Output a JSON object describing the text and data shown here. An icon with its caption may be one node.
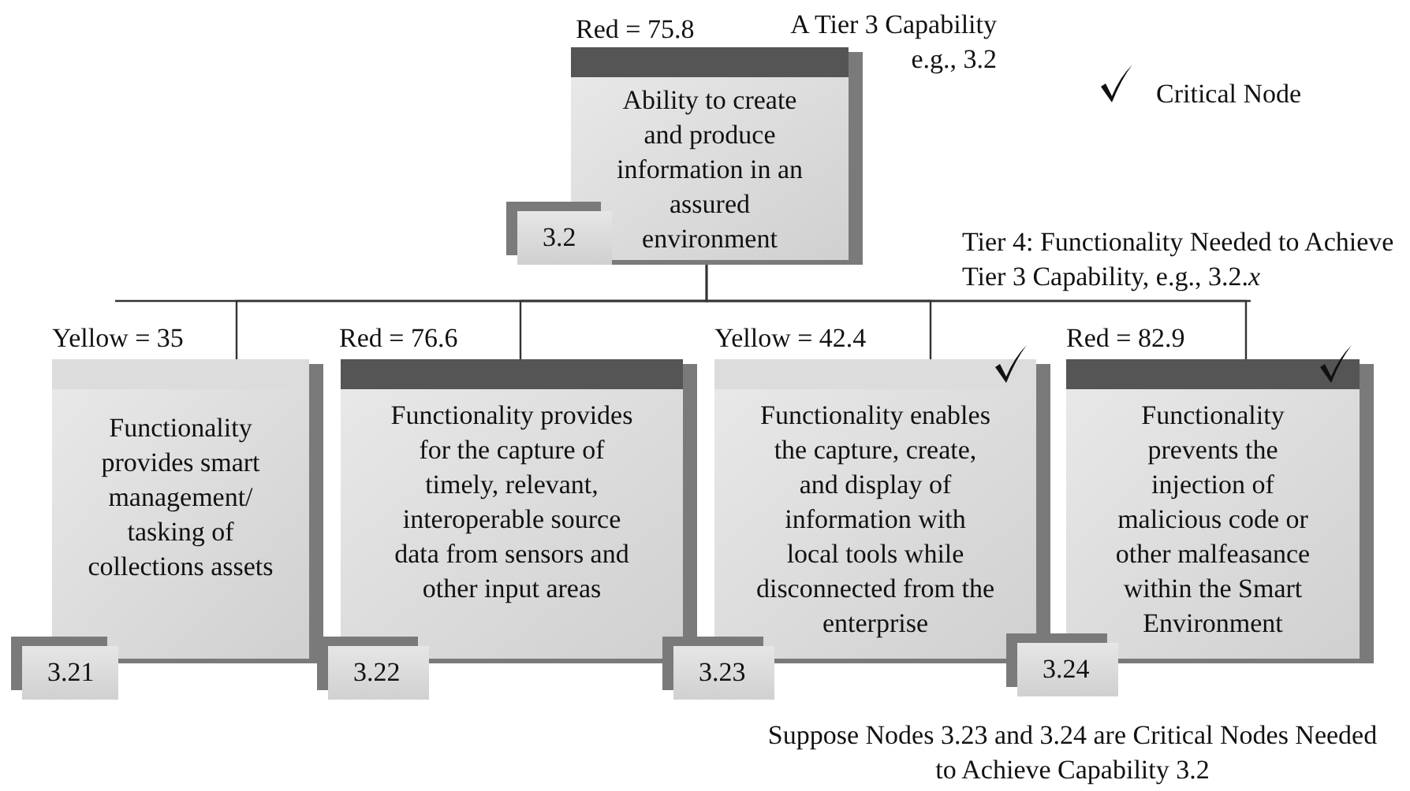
{
  "diagram": {
    "nodes": [
      {
        "text": [
          "Ability to create and produce information in an assured environment"
        ],
        "beside": [
          "Red = 75.8"
        ]
      },
      {
        "text": [
          "3.2"
        ]
      },
      {
        "text": [
          "Functionality provides smart management/ tasking of collections assets"
        ],
        "beside": [
          "Yellow = 35"
        ]
      },
      {
        "text": [
          "3.21"
        ]
      },
      {
        "text": [
          "Functionality provides for the capture of timely, relevant, interoperable source data from sensors and other input areas"
        ],
        "beside": [
          "Red = 76.6"
        ]
      },
      {
        "text": [
          "3.22"
        ]
      },
      {
        "text": [
          "Functionality enables the capture, create, and display of information with local tools while disconnected from the enterprise"
        ],
        "beside": [
          "Yellow = 42.4"
        ]
      },
      {
        "text": [
          "3.23"
        ]
      },
      {
        "text": [
          "Functionality prevents the injection of malicious code or other malfeasance within the Smart Environment"
        ],
        "beside": [
          "Red = 82.9"
        ]
      },
      {
        "text": [
          "3.24"
        ]
      }
    ],
    "edges": [
      {
        "from": 0,
        "to": 2,
        "arrow": "none"
      },
      {
        "from": 0,
        "to": 4,
        "arrow": "none"
      },
      {
        "from": 0,
        "to": 6,
        "arrow": "none"
      },
      {
        "from": 0,
        "to": 8,
        "arrow": "none"
      }
    ],
    "labels": [
      "A Tier 3 Capability e.g., 3.2",
      "Tier 4: Functionality Needed to Achieve Tier 3 Capability, e.g., 3.2.*x*",
      "Suppose Nodes 3.23 and 3.24 are Critical Nodes Needed to Achieve Capability 3.2"
    ],
    "legend": [
      {
        "text": "Critical Node"
      }
    ]
  }
}
